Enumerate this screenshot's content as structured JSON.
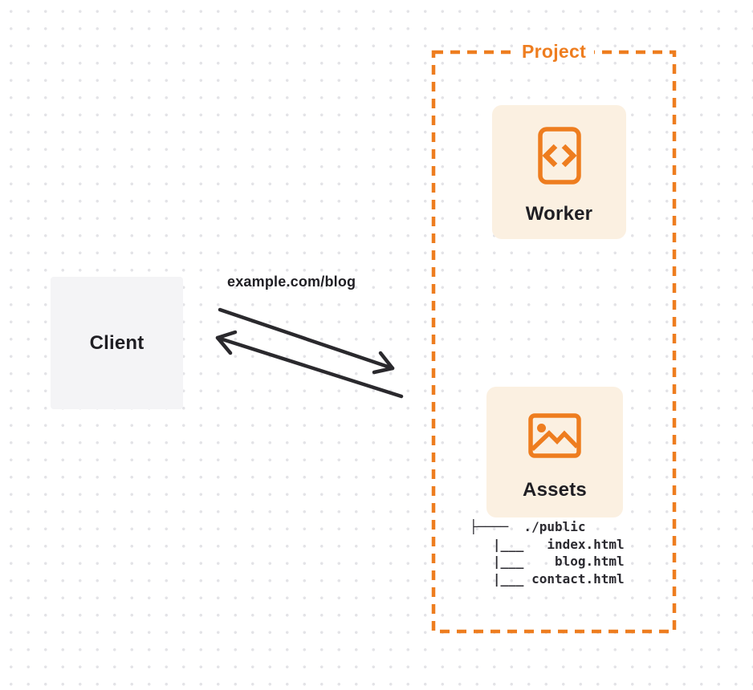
{
  "colors": {
    "accent": "#EE7D1F",
    "panel": "#FBF0E1",
    "client_bg": "#F4F4F6",
    "ink": "#1F1E23",
    "arrow": "#2A292D",
    "tree_ink": "#2B2A30",
    "dot": "#E3E3E7"
  },
  "client": {
    "label": "Client"
  },
  "request": {
    "label": "example.com/blog"
  },
  "project": {
    "label": "Project",
    "worker": {
      "label": "Worker",
      "icon": "code-file-icon"
    },
    "assets": {
      "label": "Assets",
      "icon": "image-icon",
      "tree": [
        "├────  ./public",
        "   |___   index.html",
        "   |___    blog.html",
        "   |___ contact.html"
      ]
    }
  }
}
